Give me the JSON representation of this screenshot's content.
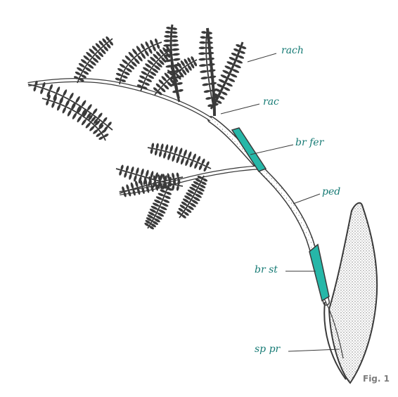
{
  "labels": {
    "rach": "rach",
    "rac": "rac",
    "br_fer": "br fer",
    "ped": "ped",
    "br_st": "br st",
    "sp_pr": "sp pr"
  },
  "figure_caption": "Fig. 1",
  "colors": {
    "ink": "#3a3a3a",
    "label": "#157a74",
    "bract": "#26b7a8",
    "caption": "#7c7c7c"
  }
}
